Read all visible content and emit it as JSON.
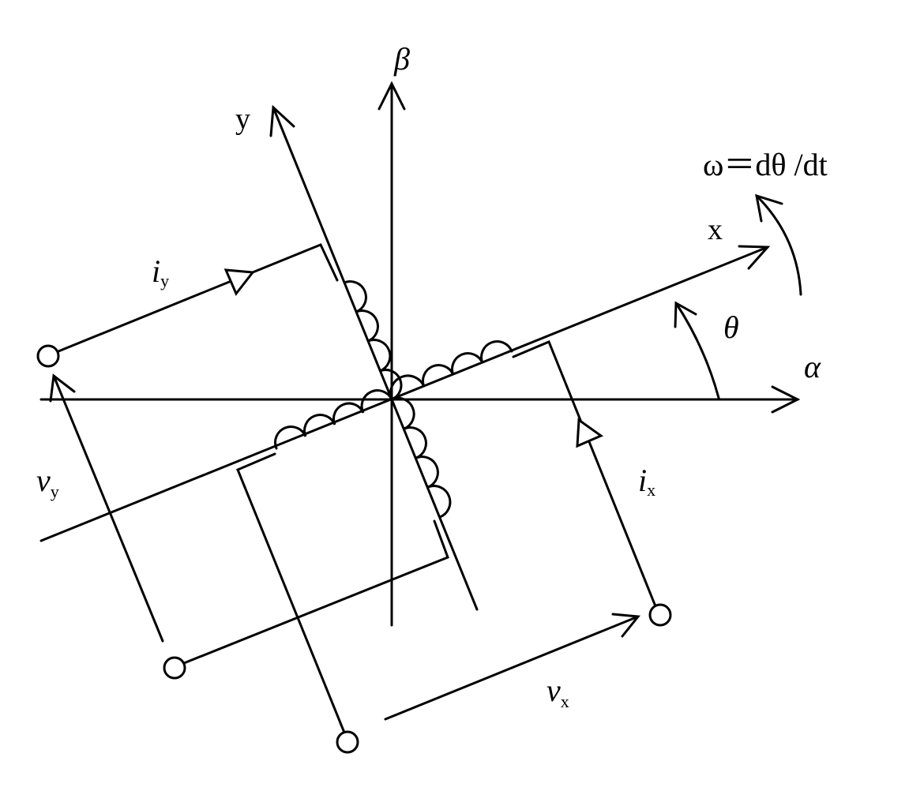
{
  "labels": {
    "beta": "β",
    "alpha": "α",
    "x_axis": "x",
    "y_axis": "y",
    "theta": "θ",
    "omega": "ω＝dθ /dt",
    "ix_main": "i",
    "ix_sub": "x",
    "iy_main": "i",
    "iy_sub": "y",
    "vx_main": "v",
    "vx_sub": "x",
    "vy_main": "v",
    "vy_sub": "y"
  }
}
